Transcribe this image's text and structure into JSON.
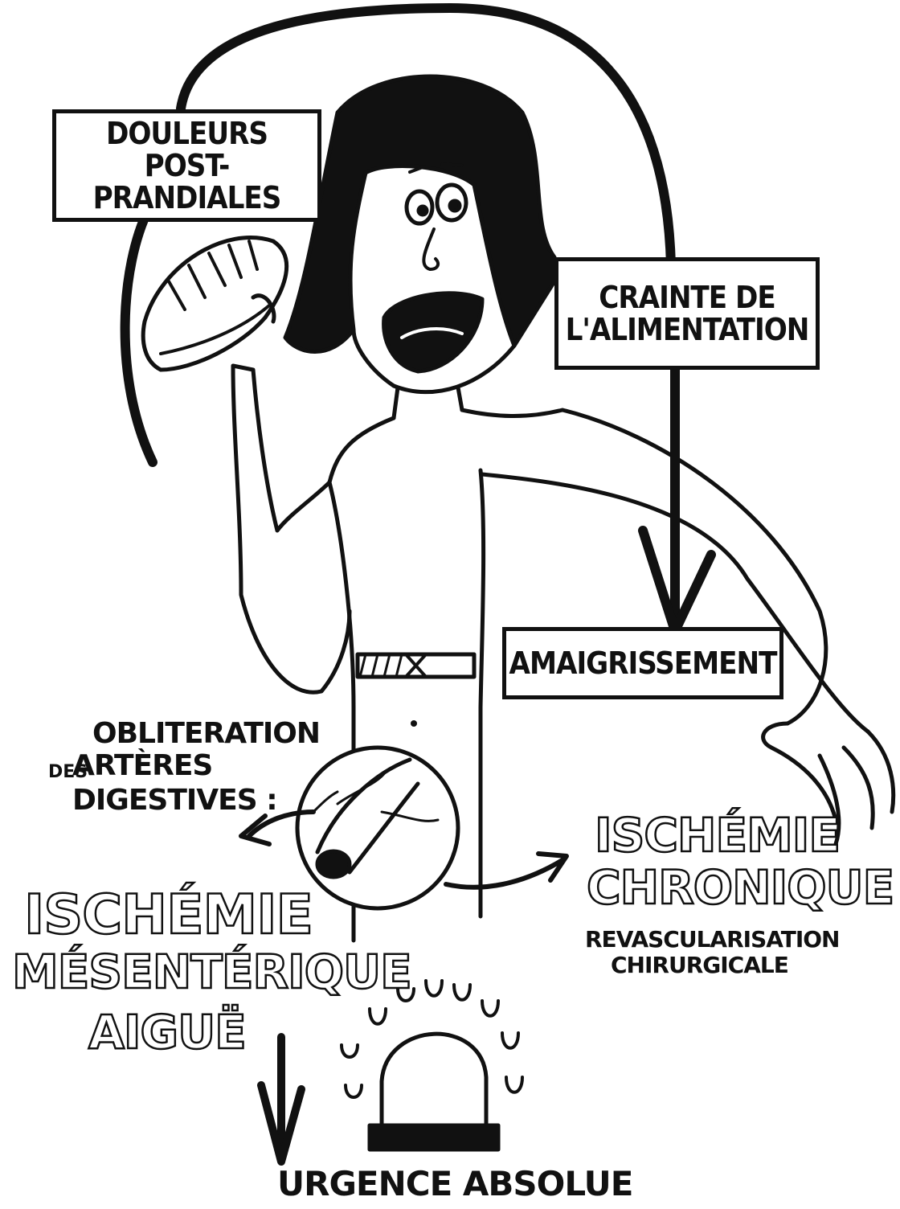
{
  "labels": {
    "douleurs_line1": "DOULEURS",
    "douleurs_line2": "POST- PRANDIALES",
    "crainte_line1": "CRAINTE DE",
    "crainte_line2": "L'ALIMENTATION",
    "amaigrissement": "AMAIGRISSEMENT",
    "obliteration_line1": "OBLITERATION",
    "obliteration_des": "DES",
    "obliteration_line2": "ARTÈRES",
    "obliteration_line3": "DIGESTIVES :",
    "ischemie_chronique_line1": "ISCHÉMIE",
    "ischemie_chronique_line2": "CHRONIQUE",
    "revasc_line1": "REVASCULARISATION",
    "revasc_line2": "CHIRURGICALE",
    "ischemie_aigue_line1": "ISCHÉMIE",
    "ischemie_aigue_line2": "MÉSENTÉRIQUE",
    "ischemie_aigue_line3": "AIGUË",
    "urgence": "URGENCE ABSOLUE"
  },
  "colors": {
    "ink": "#111111",
    "background": "#ffffff"
  },
  "icons": [
    "sandwich-icon",
    "woman-figure",
    "artery-cross-section-icon",
    "siren-light-icon"
  ]
}
